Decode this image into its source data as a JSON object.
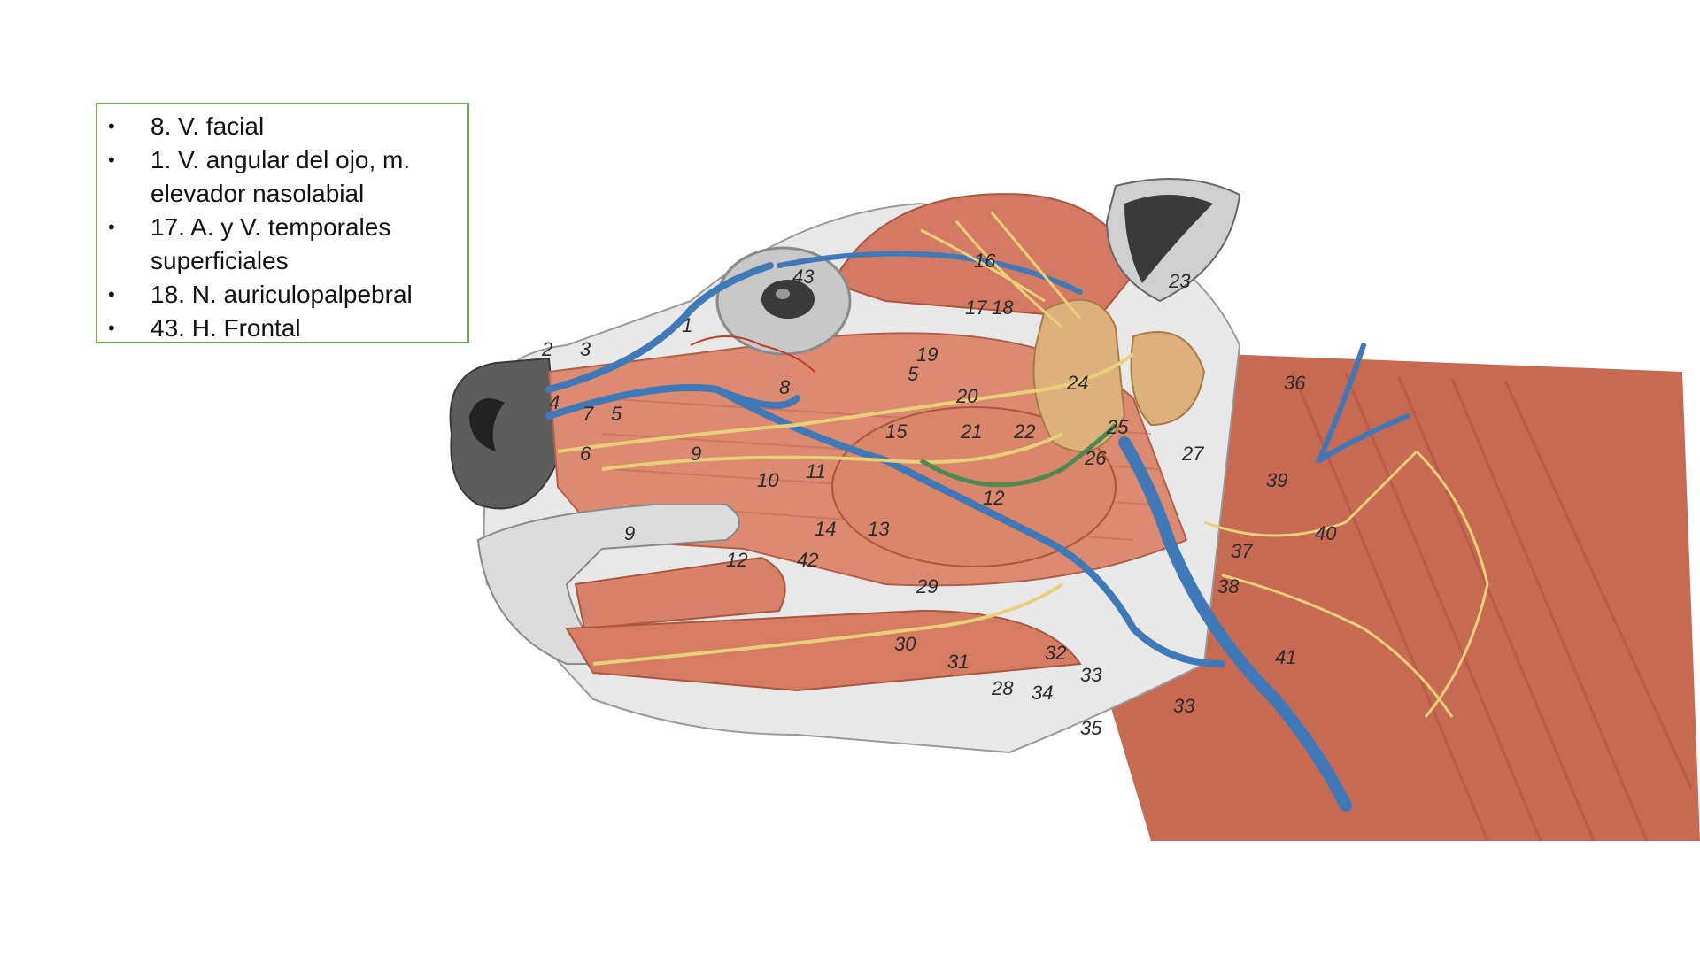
{
  "legend": {
    "items": [
      {
        "bullet": "•",
        "text": "8.  V. facial"
      },
      {
        "bullet": "•",
        "text": "1. V. angular del ojo, m. elevador nasolabial"
      },
      {
        "bullet": "•",
        "text": "17. A. y V. temporales superficiales"
      },
      {
        "bullet": "•",
        "text": "18. N. auriculopalpebral"
      },
      {
        "bullet": "•",
        "text": "43. H. Frontal"
      }
    ]
  },
  "figure": {
    "labels": {
      "l1": "1",
      "l2": "2",
      "l3": "3",
      "l4": "4",
      "l5a": "5",
      "l5b": "5",
      "l6": "6",
      "l7": "7",
      "l8": "8",
      "l9a": "9",
      "l9b": "9",
      "l10": "10",
      "l11": "11",
      "l12a": "12",
      "l12b": "12",
      "l13": "13",
      "l14": "14",
      "l15": "15",
      "l16": "16",
      "l17": "17",
      "l18": "18",
      "l19": "19",
      "l20": "20",
      "l21": "21",
      "l22": "22",
      "l23": "23",
      "l24": "24",
      "l25": "25",
      "l26": "26",
      "l27": "27",
      "l28": "28",
      "l29": "29",
      "l30": "30",
      "l31": "31",
      "l32": "32",
      "l33a": "33",
      "l33b": "33",
      "l34": "34",
      "l35": "35",
      "l36": "36",
      "l37": "37",
      "l38": "38",
      "l39": "39",
      "l40": "40",
      "l41": "41",
      "l42": "42",
      "l43": "43"
    },
    "colors": {
      "muscle": "#d9826a",
      "muscle_dark": "#b85a45",
      "skin": "#e6e6e6",
      "nose": "#5a5a5a",
      "vein": "#3f79b8",
      "nerve": "#e8cf7a",
      "gland": "#dcae7c",
      "artery": "#c0392b",
      "green": "#4d8a52"
    }
  }
}
